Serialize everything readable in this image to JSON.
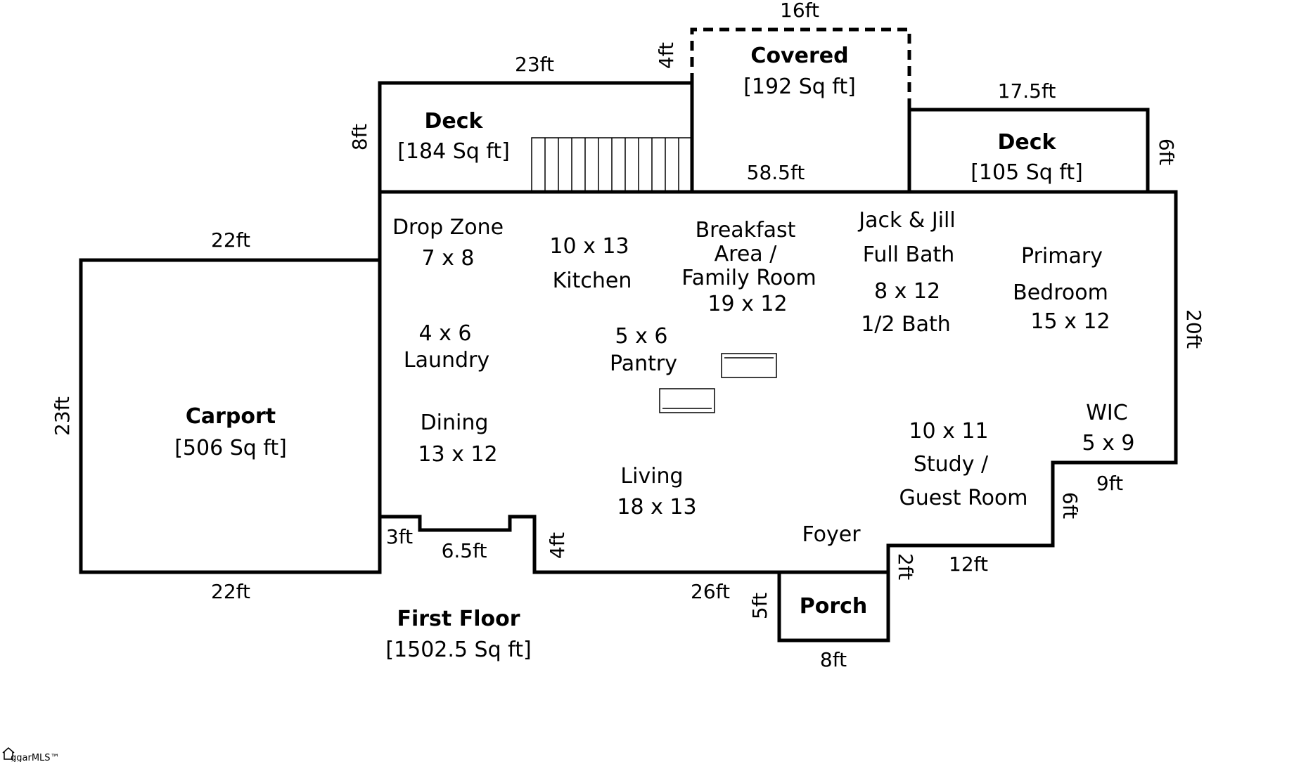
{
  "zones": {
    "carport": {
      "name": "Carport",
      "area": "[506 Sq ft]"
    },
    "deck_left": {
      "name": "Deck",
      "area": "[184 Sq ft]"
    },
    "covered": {
      "name": "Covered",
      "area": "[192 Sq ft]"
    },
    "deck_right": {
      "name": "Deck",
      "area": "[105 Sq ft]"
    },
    "porch": {
      "name": "Porch"
    },
    "first_floor": {
      "name": "First Floor",
      "area": "[1502.5 Sq ft]"
    }
  },
  "rooms": {
    "drop_zone": {
      "name": "Drop Zone",
      "size": "7 x 8"
    },
    "kitchen": {
      "size": "10 x 13",
      "name": "Kitchen"
    },
    "breakfast": {
      "line1": "Breakfast",
      "line2": "Area /",
      "line3": "Family Room",
      "size": "19 x 12"
    },
    "jack_jill": {
      "line1": "Jack & Jill",
      "line2": "Full Bath",
      "size": "8 x 12"
    },
    "half_bath": {
      "name": "1/2 Bath"
    },
    "primary": {
      "line1": "Primary",
      "line2": "Bedroom",
      "size": "15 x 12"
    },
    "laundry": {
      "size": "4 x 6",
      "name": "Laundry"
    },
    "pantry": {
      "size": "5 x 6",
      "name": "Pantry"
    },
    "dining": {
      "name": "Dining",
      "size": "13 x 12"
    },
    "living": {
      "name": "Living",
      "size": "18 x 13"
    },
    "study": {
      "size": "10 x 11",
      "line1": "Study /",
      "line2": "Guest Room"
    },
    "wic": {
      "name": "WIC",
      "size": "5 x 9"
    },
    "foyer": {
      "name": "Foyer"
    }
  },
  "dimensions": {
    "covered_top": "16ft",
    "covered_side": "4ft",
    "deck_left_top": "23ft",
    "deck_left_side": "8ft",
    "deck_right_top": "17.5ft",
    "deck_right_side": "6ft",
    "house_back": "58.5ft",
    "carport_top": "22ft",
    "carport_bottom": "22ft",
    "carport_side": "23ft",
    "house_right": "20ft",
    "notch_depth": "3ft",
    "notch_width": "6.5ft",
    "step_front": "4ft",
    "front_wall": "26ft",
    "porch_side": "5ft",
    "porch_width": "8ft",
    "porch_right": "2ft",
    "study_front": "12ft",
    "study_side": "6ft",
    "wic_front": "9ft"
  },
  "watermark": "ggarMLS™"
}
